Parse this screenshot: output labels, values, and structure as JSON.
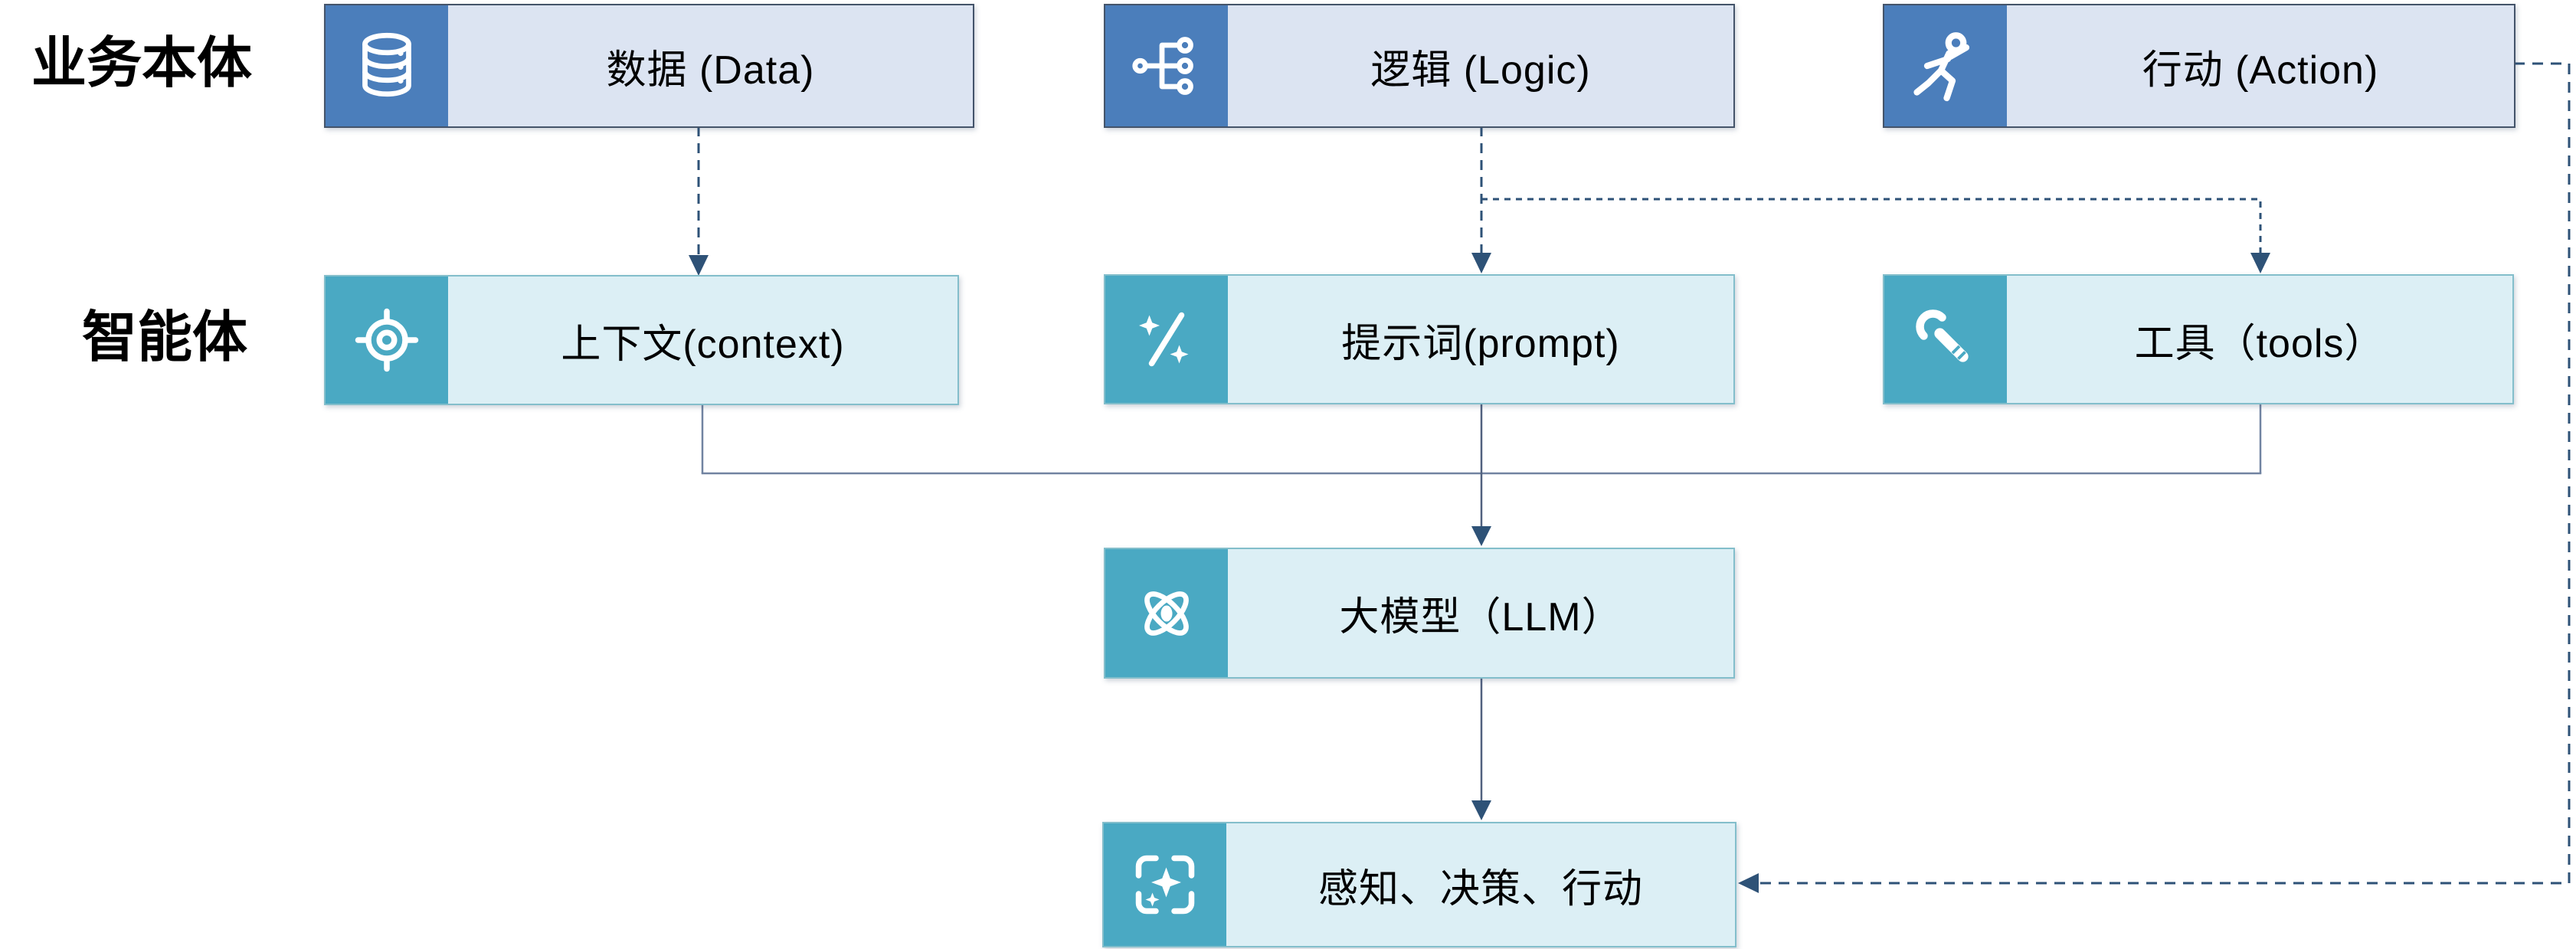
{
  "row_labels": {
    "business": "业务本体",
    "agent": "智能体"
  },
  "boxes": {
    "data": {
      "label": "数据 (Data)",
      "icon": "database-icon"
    },
    "logic": {
      "label": "逻辑 (Logic)",
      "icon": "hierarchy-icon"
    },
    "action": {
      "label": "行动 (Action)",
      "icon": "runner-icon"
    },
    "context": {
      "label": "上下文(context)",
      "icon": "target-icon"
    },
    "prompt": {
      "label": "提示词(prompt)",
      "icon": "magic-wand-icon"
    },
    "tools": {
      "label": "工具（tools）",
      "icon": "wrench-icon"
    },
    "llm": {
      "label": "大模型（LLM）",
      "icon": "atom-icon"
    },
    "perception": {
      "label": "感知、决策、行动",
      "icon": "sparkle-frame-icon"
    }
  },
  "edges": [
    {
      "from": "data",
      "to": "context",
      "style": "dashed-arrow"
    },
    {
      "from": "logic",
      "to": "prompt",
      "style": "dashed-arrow"
    },
    {
      "from": "logic",
      "to": "tools",
      "style": "dashed-arrow"
    },
    {
      "from": "context",
      "to": "llm",
      "style": "solid-arrow"
    },
    {
      "from": "prompt",
      "to": "llm",
      "style": "solid-arrow"
    },
    {
      "from": "tools",
      "to": "llm",
      "style": "solid-arrow"
    },
    {
      "from": "llm",
      "to": "perception",
      "style": "solid-arrow"
    },
    {
      "from": "action",
      "to": "perception",
      "style": "dashed-arrow"
    }
  ],
  "colors": {
    "business_icon_bg": "#4B7EBB",
    "business_body_bg": "#DCE4F2",
    "business_border": "#44546A",
    "agent_icon_bg": "#4AA9C3",
    "agent_body_bg": "#DCEFF5",
    "agent_border": "#83BECB",
    "arrow": "#2E5277",
    "connector_line": "#7183A1",
    "text": "#000000"
  }
}
